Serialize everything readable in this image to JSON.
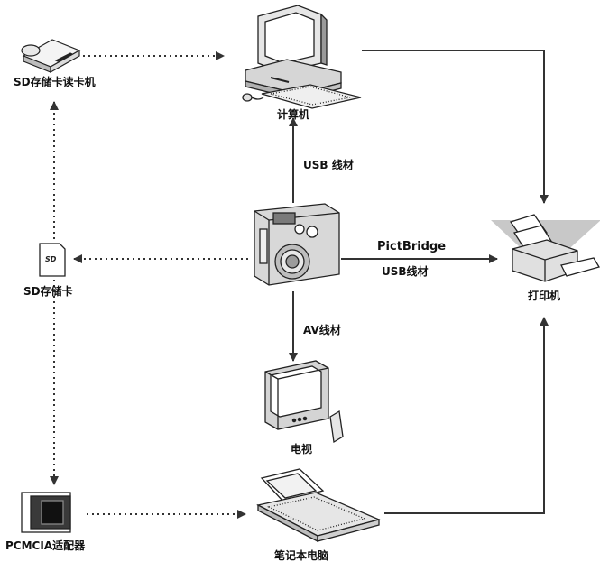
{
  "nodes": {
    "sd_reader": "SD存储卡读卡机",
    "computer": "计算机",
    "sd_card": "SD存储卡",
    "printer": "打印机",
    "tv": "电视",
    "pcmcia": "PCMCIA适配器",
    "laptop": "笔记本电脑"
  },
  "edges": {
    "usb_up": "USB 线材",
    "pictbridge": "PictBridge",
    "usb_right": "USB线材",
    "av": "AV线材"
  },
  "icons": [
    "sd-card-reader-icon",
    "desktop-computer-icon",
    "digital-camera-icon",
    "sd-card-icon",
    "printer-icon",
    "television-icon",
    "pcmcia-adapter-icon",
    "laptop-icon"
  ]
}
